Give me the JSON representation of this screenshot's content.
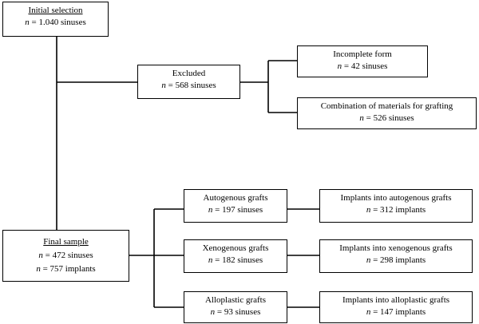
{
  "n_symbol": "n",
  "initial": {
    "title": "Initial selection",
    "count": " = 1.040 sinuses"
  },
  "excluded": {
    "title": "Excluded",
    "count": " = 568 sinuses"
  },
  "incomplete": {
    "title": "Incomplete form",
    "count": " = 42 sinuses"
  },
  "combination": {
    "title": "Combination of materials for grafting",
    "count": " = 526 sinuses"
  },
  "final": {
    "title": "Final sample",
    "sinuses": " = 472 sinuses",
    "implants": " = 757 implants"
  },
  "grafts": [
    {
      "title": "Autogenous grafts",
      "count": " = 197 sinuses"
    },
    {
      "title": "Xenogenous grafts",
      "count": " = 182 sinuses"
    },
    {
      "title": "Alloplastic grafts",
      "count": " = 93 sinuses"
    }
  ],
  "implants": [
    {
      "title": "Implants into autogenous grafts",
      "count": " = 312 implants"
    },
    {
      "title": "Implants into xenogenous grafts",
      "count": " = 298 implants"
    },
    {
      "title": "Implants into alloplastic grafts",
      "count": " = 147 implants"
    }
  ]
}
